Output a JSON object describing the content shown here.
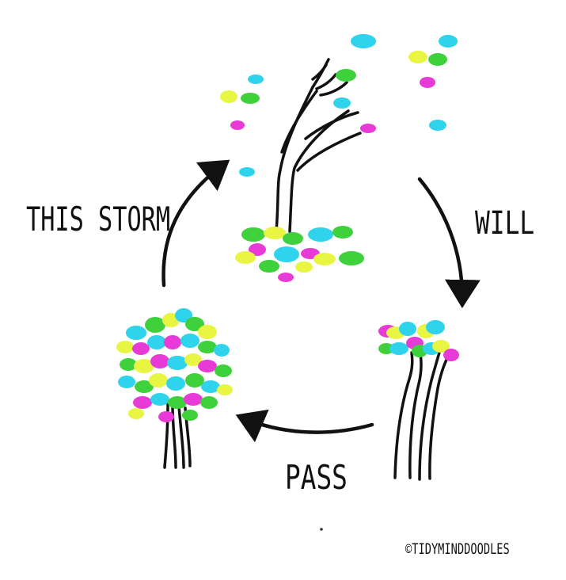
{
  "labels": {
    "this_storm": "THIS STORM",
    "will": "WILL",
    "pass": "PASS",
    "credit": "©TIDYMINDDOODLES"
  },
  "colors": {
    "ink": "#111111",
    "cyan": "#2fd3ec",
    "yellow": "#e8f542",
    "green": "#3ed13b",
    "magenta": "#e83ad6"
  }
}
